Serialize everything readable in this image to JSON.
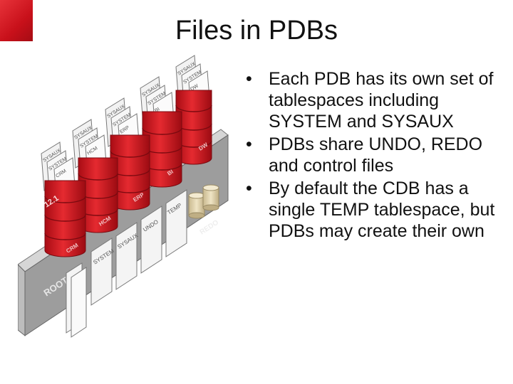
{
  "slide": {
    "title": "Files in PDBs",
    "accent_color": "#c8101a",
    "bullets": [
      "Each PDB has its own set of tablespaces including SYSTEM and SYSAUX",
      "PDBs share UNDO, REDO and control files",
      "By default the CDB has a single TEMP tablespace, but PDBs may create their own"
    ]
  },
  "figure": {
    "pdbs": [
      {
        "name": "CRM",
        "version": "12.1",
        "files": [
          "SYSAUX",
          "SYSTEM",
          "CRM"
        ]
      },
      {
        "name": "HCM",
        "files": [
          "SYSAUX",
          "SYSTEM",
          "HCM"
        ]
      },
      {
        "name": "ERP",
        "files": [
          "SYSAUX",
          "SYSTEM",
          "ERP"
        ]
      },
      {
        "name": "BI",
        "files": [
          "SYSAUX",
          "SYSTEM",
          "BI"
        ]
      },
      {
        "name": "DW",
        "files": [
          "SYSAUX",
          "SYSTEM",
          "DW"
        ]
      }
    ],
    "root_label": "ROOT",
    "root_files": [
      "SYSTEM",
      "SYSAUX",
      "UNDO",
      "TEMP"
    ],
    "redo_label": "REDO",
    "pdb_color": "#d0121b",
    "root_color": "#9a9a9a"
  }
}
